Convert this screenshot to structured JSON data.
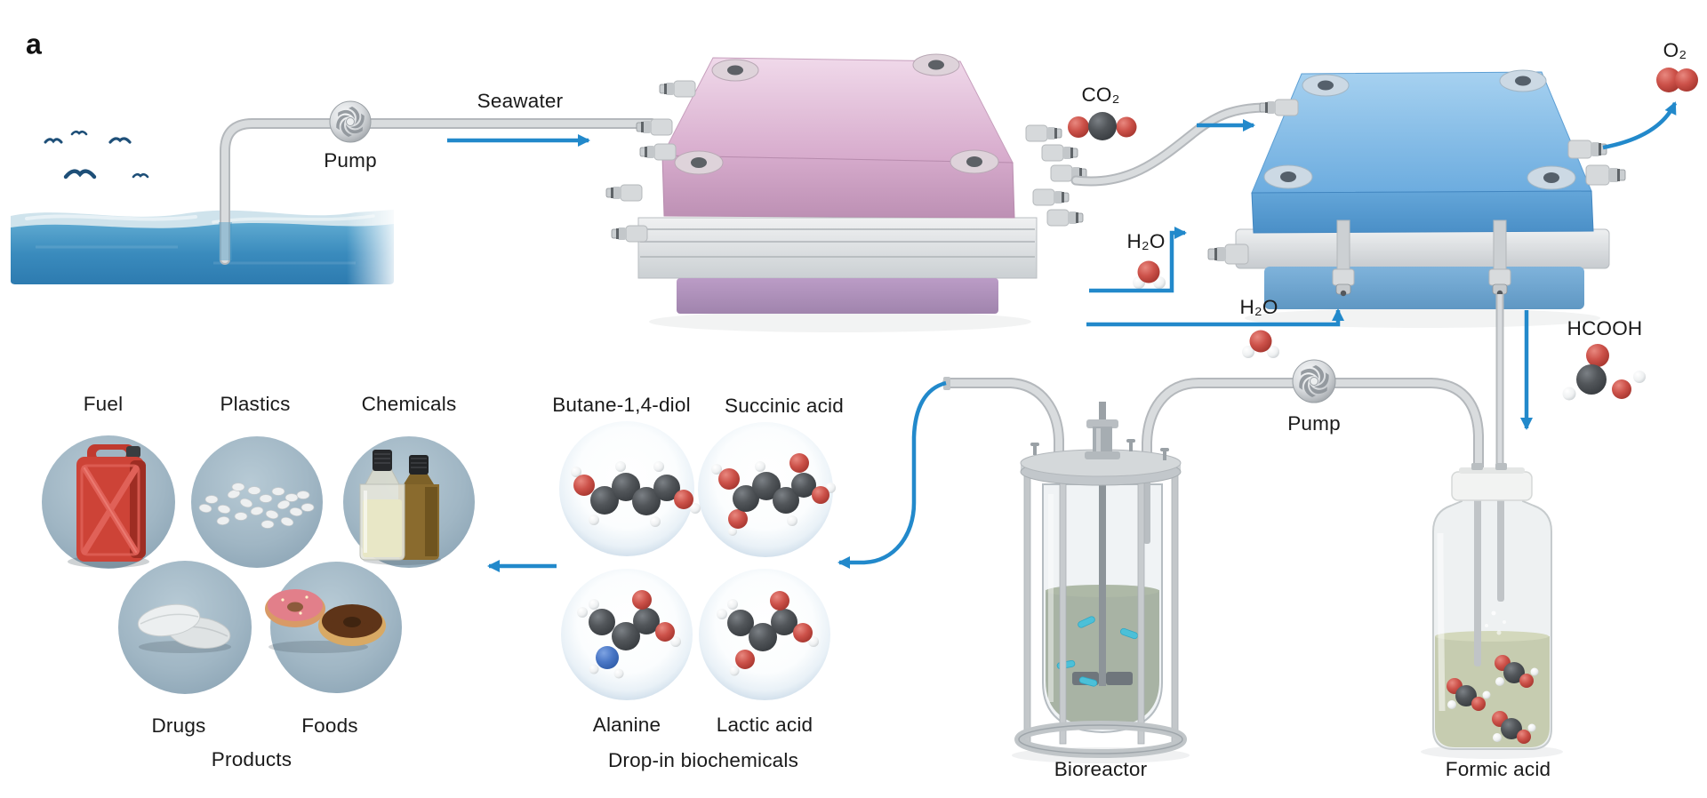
{
  "figure": {
    "panel_label": "a"
  },
  "pipeline": {
    "seawater": {
      "label": "Seawater"
    },
    "pump_left": {
      "label": "Pump"
    },
    "pump_right": {
      "label": "Pump"
    },
    "co2": {
      "label": "CO₂"
    },
    "o2": {
      "label": "O₂"
    },
    "h2o_upper": {
      "label": "H₂O"
    },
    "h2o_lower": {
      "label": "H₂O"
    },
    "hcooh": {
      "label": "HCOOH"
    },
    "bioreactor": {
      "label": "Bioreactor"
    },
    "formic_acid": {
      "label": "Formic acid"
    }
  },
  "biochemicals": {
    "group_label": "Drop-in biochemicals",
    "items": [
      {
        "name": "Butane-1,4-diol"
      },
      {
        "name": "Succinic acid"
      },
      {
        "name": "Alanine"
      },
      {
        "name": "Lactic acid"
      }
    ]
  },
  "products": {
    "group_label": "Products",
    "items": [
      {
        "name": "Fuel"
      },
      {
        "name": "Plastics"
      },
      {
        "name": "Chemicals"
      },
      {
        "name": "Drugs"
      },
      {
        "name": "Foods"
      }
    ]
  },
  "icons": {
    "pump-impeller-icon": "metal swirl ball",
    "co2-molecule-icon": "black C + 2 red O",
    "o2-molecule-icon": "2 red O spheres",
    "water-molecule-icon": "red O + 2 white H",
    "hcooh-molecule-icon": "dark C, red O/OH, white H",
    "bird-icon": "blue v-gull",
    "flow-arrow-icon": "blue arrow"
  },
  "colors": {
    "arrow_blue": "#2289cb",
    "electrolyzer_pink": "#dcaed1",
    "electrolyzer_blue": "#74b0e0",
    "carbon": "#44484c",
    "oxygen": "#c74a42",
    "hydrogen": "#eef0f1",
    "nitrogen": "#3f6cbe",
    "bacteria_teal": "#4cc0d8",
    "ocean_blue": "#3a8bbd",
    "tube_gray": "#d8dbde",
    "product_circle_bg": "#9db3c1"
  }
}
